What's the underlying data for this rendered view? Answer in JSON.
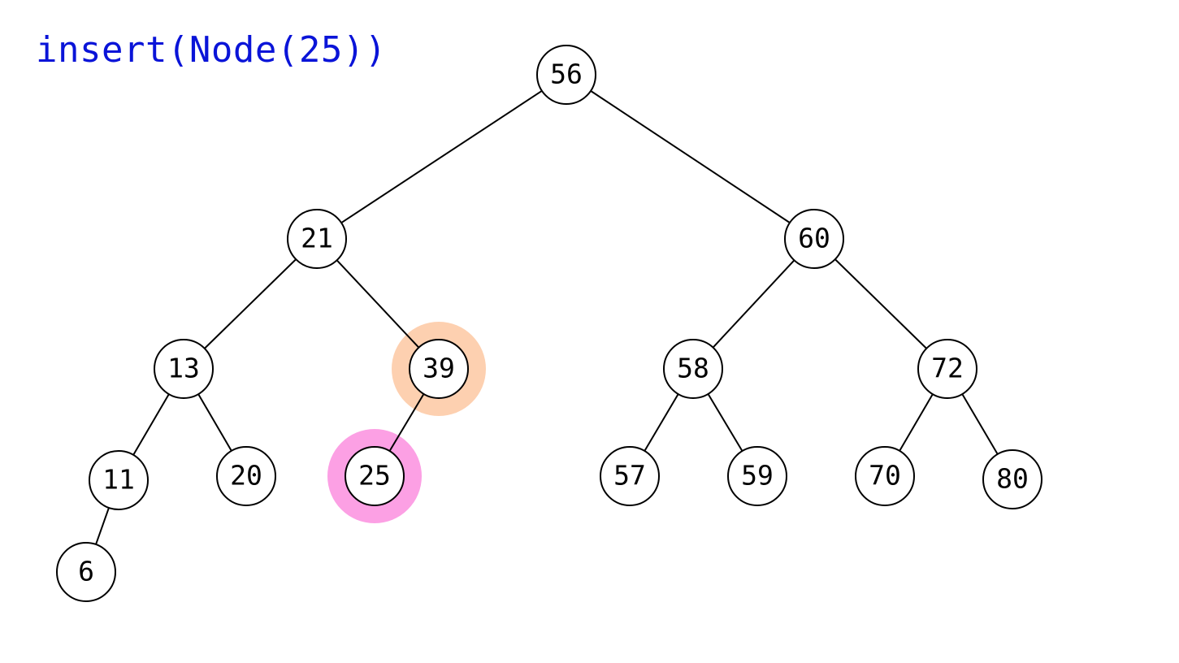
{
  "caption": "insert(Node(25))",
  "colors": {
    "caption": "#0a14d8",
    "highlight_parent": "#fdd0b0",
    "highlight_new": "#fca0e4"
  },
  "tree": {
    "nodes": [
      {
        "id": "n56",
        "label": "56"
      },
      {
        "id": "n21",
        "label": "21"
      },
      {
        "id": "n60",
        "label": "60"
      },
      {
        "id": "n13",
        "label": "13"
      },
      {
        "id": "n39",
        "label": "39",
        "highlight": "parent"
      },
      {
        "id": "n58",
        "label": "58"
      },
      {
        "id": "n72",
        "label": "72"
      },
      {
        "id": "n11",
        "label": "11"
      },
      {
        "id": "n20",
        "label": "20"
      },
      {
        "id": "n25",
        "label": "25",
        "highlight": "new"
      },
      {
        "id": "n57",
        "label": "57"
      },
      {
        "id": "n59",
        "label": "59"
      },
      {
        "id": "n70",
        "label": "70"
      },
      {
        "id": "n80",
        "label": "80"
      },
      {
        "id": "n6",
        "label": "6"
      }
    ],
    "edges": [
      [
        "n56",
        "n21"
      ],
      [
        "n56",
        "n60"
      ],
      [
        "n21",
        "n13"
      ],
      [
        "n21",
        "n39"
      ],
      [
        "n60",
        "n58"
      ],
      [
        "n60",
        "n72"
      ],
      [
        "n13",
        "n11"
      ],
      [
        "n13",
        "n20"
      ],
      [
        "n39",
        "n25"
      ],
      [
        "n58",
        "n57"
      ],
      [
        "n58",
        "n59"
      ],
      [
        "n72",
        "n70"
      ],
      [
        "n72",
        "n80"
      ],
      [
        "n11",
        "n6"
      ]
    ]
  }
}
